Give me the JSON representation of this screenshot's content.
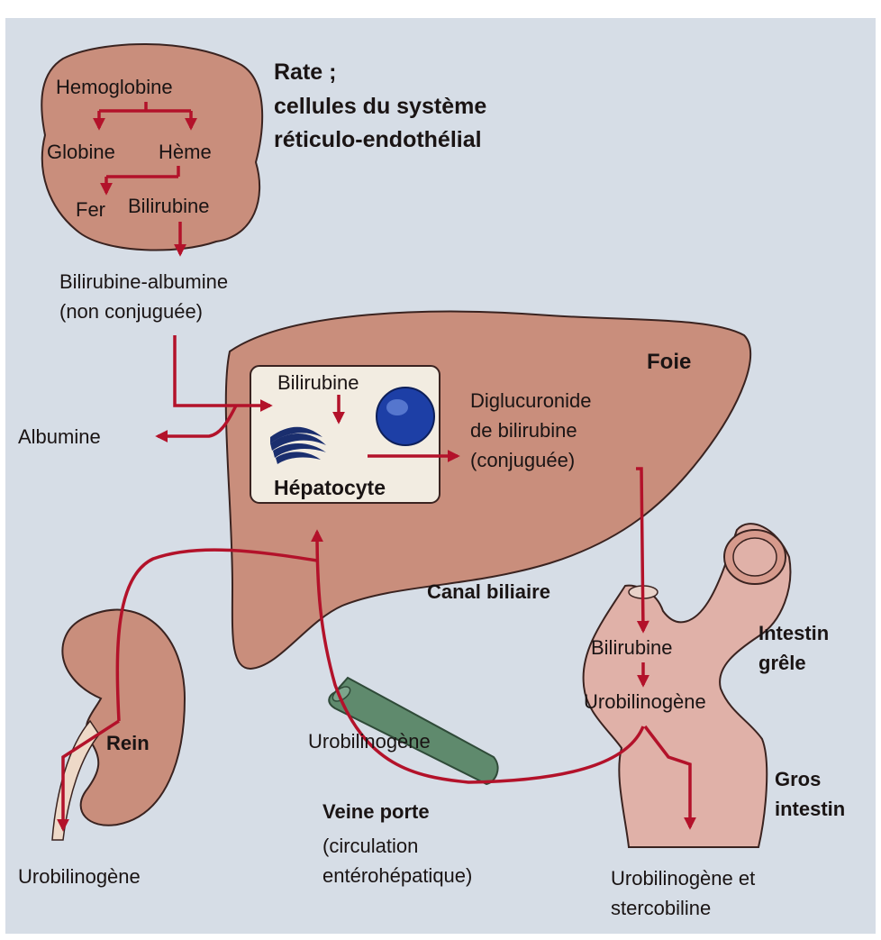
{
  "colors": {
    "background": "#d6dde6",
    "organ": "#c98e7c",
    "organ_outline": "#3a2320",
    "arrow": "#b3122a",
    "vein": "#5f8a6d",
    "hepatocyte_box": "#f2ece1",
    "nucleus": "#1d3fa6",
    "text": "#1a1414"
  },
  "spleen": {
    "title": "Rate ;\ncellules du système\nréticulo-endothélial",
    "hemoglobine": "Hemoglobine",
    "globine": "Globine",
    "heme": "Hème",
    "fer": "Fer",
    "bilirubine": "Bilirubine"
  },
  "blood": {
    "bilirubine_albumine": "Bilirubine-albumine\n(non conjuguée)",
    "albumine": "Albumine"
  },
  "liver": {
    "title": "Foie",
    "hepatocyte_bilirubine": "Bilirubine",
    "hepatocyte_label": "Hépatocyte",
    "diglucuronide": "Diglucuronide\nde bilirubine\n(conjuguée)"
  },
  "bile_duct": {
    "label": "Canal biliaire"
  },
  "intestine": {
    "small": "Intestin\ngrêle",
    "bilirubine": "Bilirubine",
    "urobilinogene": "Urobilinogène",
    "large": "Gros\nintestin",
    "output": "Urobilinogène et\nstercobiline"
  },
  "portal_vein": {
    "urobilinogene": "Urobilinogène",
    "title": "Veine porte",
    "subtitle": "(circulation\nentérohépatique)"
  },
  "kidney": {
    "label": "Rein",
    "output": "Urobilinogène"
  }
}
